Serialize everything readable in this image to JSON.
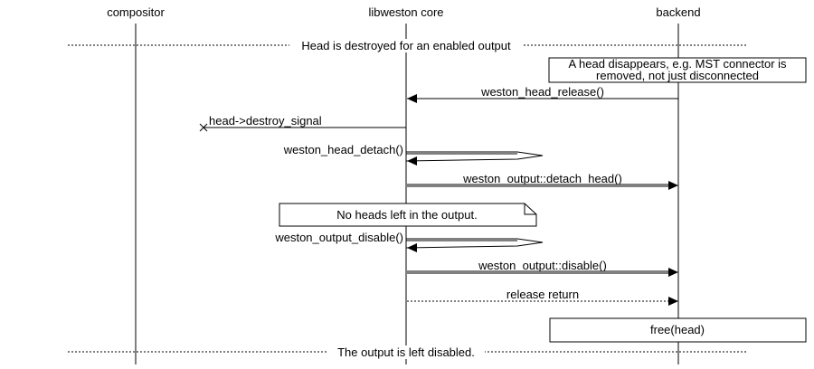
{
  "participants": [
    "compositor",
    "libweston core",
    "backend"
  ],
  "sections": {
    "top": "Head is destroyed for an enabled output",
    "bottom": "The output is left disabled."
  },
  "notes": {
    "backend_note_line1": "A head disappears, e.g. MST connector is",
    "backend_note_line2": "removed, not just disconnected",
    "core_note": "No heads left in the output.",
    "free_note": "free(head)"
  },
  "messages": {
    "m1": "weston_head_release()",
    "m2": "head->destroy_signal",
    "m3": "weston_head_detach()",
    "m4": "weston_output::detach_head()",
    "m5": "weston_output_disable()",
    "m6": "weston_output::disable()",
    "m7": "release return"
  }
}
